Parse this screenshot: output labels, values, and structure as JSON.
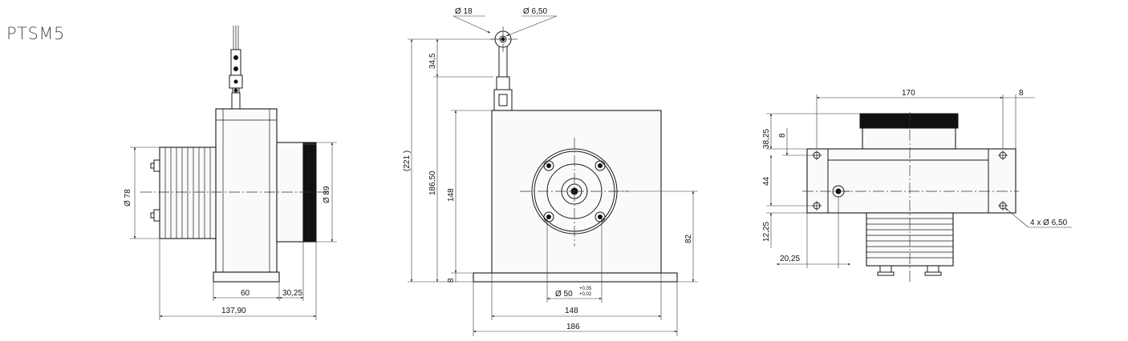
{
  "title": "PTSM5",
  "side_view": {
    "dims": {
      "dia_78": "Ø 78",
      "dia_89": "Ø 89",
      "d60": "60",
      "d30_25": "30,25",
      "d137_90": "137,90"
    }
  },
  "front_view": {
    "dims": {
      "dia_18": "Ø  18",
      "dia_6_50": "Ø  6,50",
      "d34_5": "34,5",
      "d221": "(221 )",
      "d186_50": "186,50",
      "d148v": "148",
      "d8v": "8",
      "d82": "82",
      "dia_50": "Ø  50",
      "tol_plus": "+0,05",
      "tol_minus": "+0,02",
      "d148h": "148",
      "d186": "186"
    }
  },
  "top_view": {
    "dims": {
      "d170": "170",
      "d8": "8",
      "d38_25": "38,25",
      "d8v": "8",
      "d44": "44",
      "d12_25": "12,25",
      "d20_25": "20,25",
      "holes": "4 x  Ø  6,50"
    }
  }
}
